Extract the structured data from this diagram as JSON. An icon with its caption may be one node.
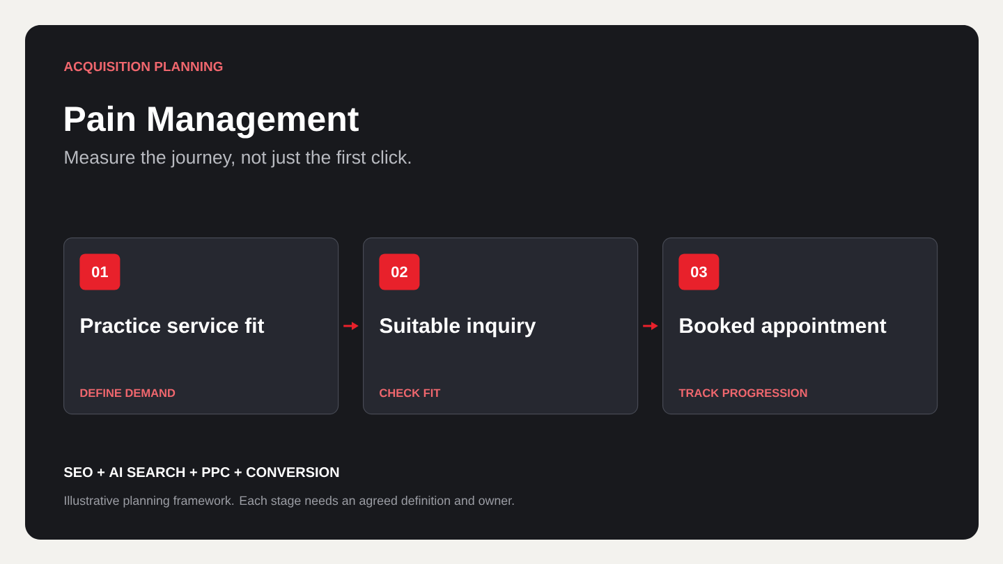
{
  "diagram": {
    "title": "Pain Management",
    "caption": "Illustrative planning framework. Each stage needs an agreed definition and owner.",
    "nodes": [
      {
        "text": [
          "Practice service fit",
          "DEFINE DEMAND"
        ]
      },
      {
        "text": [
          "01"
        ],
        "in": 0
      },
      {
        "text": [
          "Suitable inquiry",
          "CHECK FIT"
        ]
      },
      {
        "text": [
          "02"
        ],
        "in": 2
      },
      {
        "text": [
          "Booked appointment",
          "TRACK PROGRESSION"
        ]
      },
      {
        "text": [
          "03"
        ],
        "in": 4
      }
    ],
    "edges": [
      {
        "from": 0,
        "to": 2,
        "arrow": "to"
      },
      {
        "from": 2,
        "to": 4,
        "arrow": "to"
      }
    ],
    "labels": [
      "ACQUISITION PLANNING",
      "Measure the journey, not just the first click.",
      "SEO + AI SEARCH + PPC + CONVERSION"
    ]
  }
}
